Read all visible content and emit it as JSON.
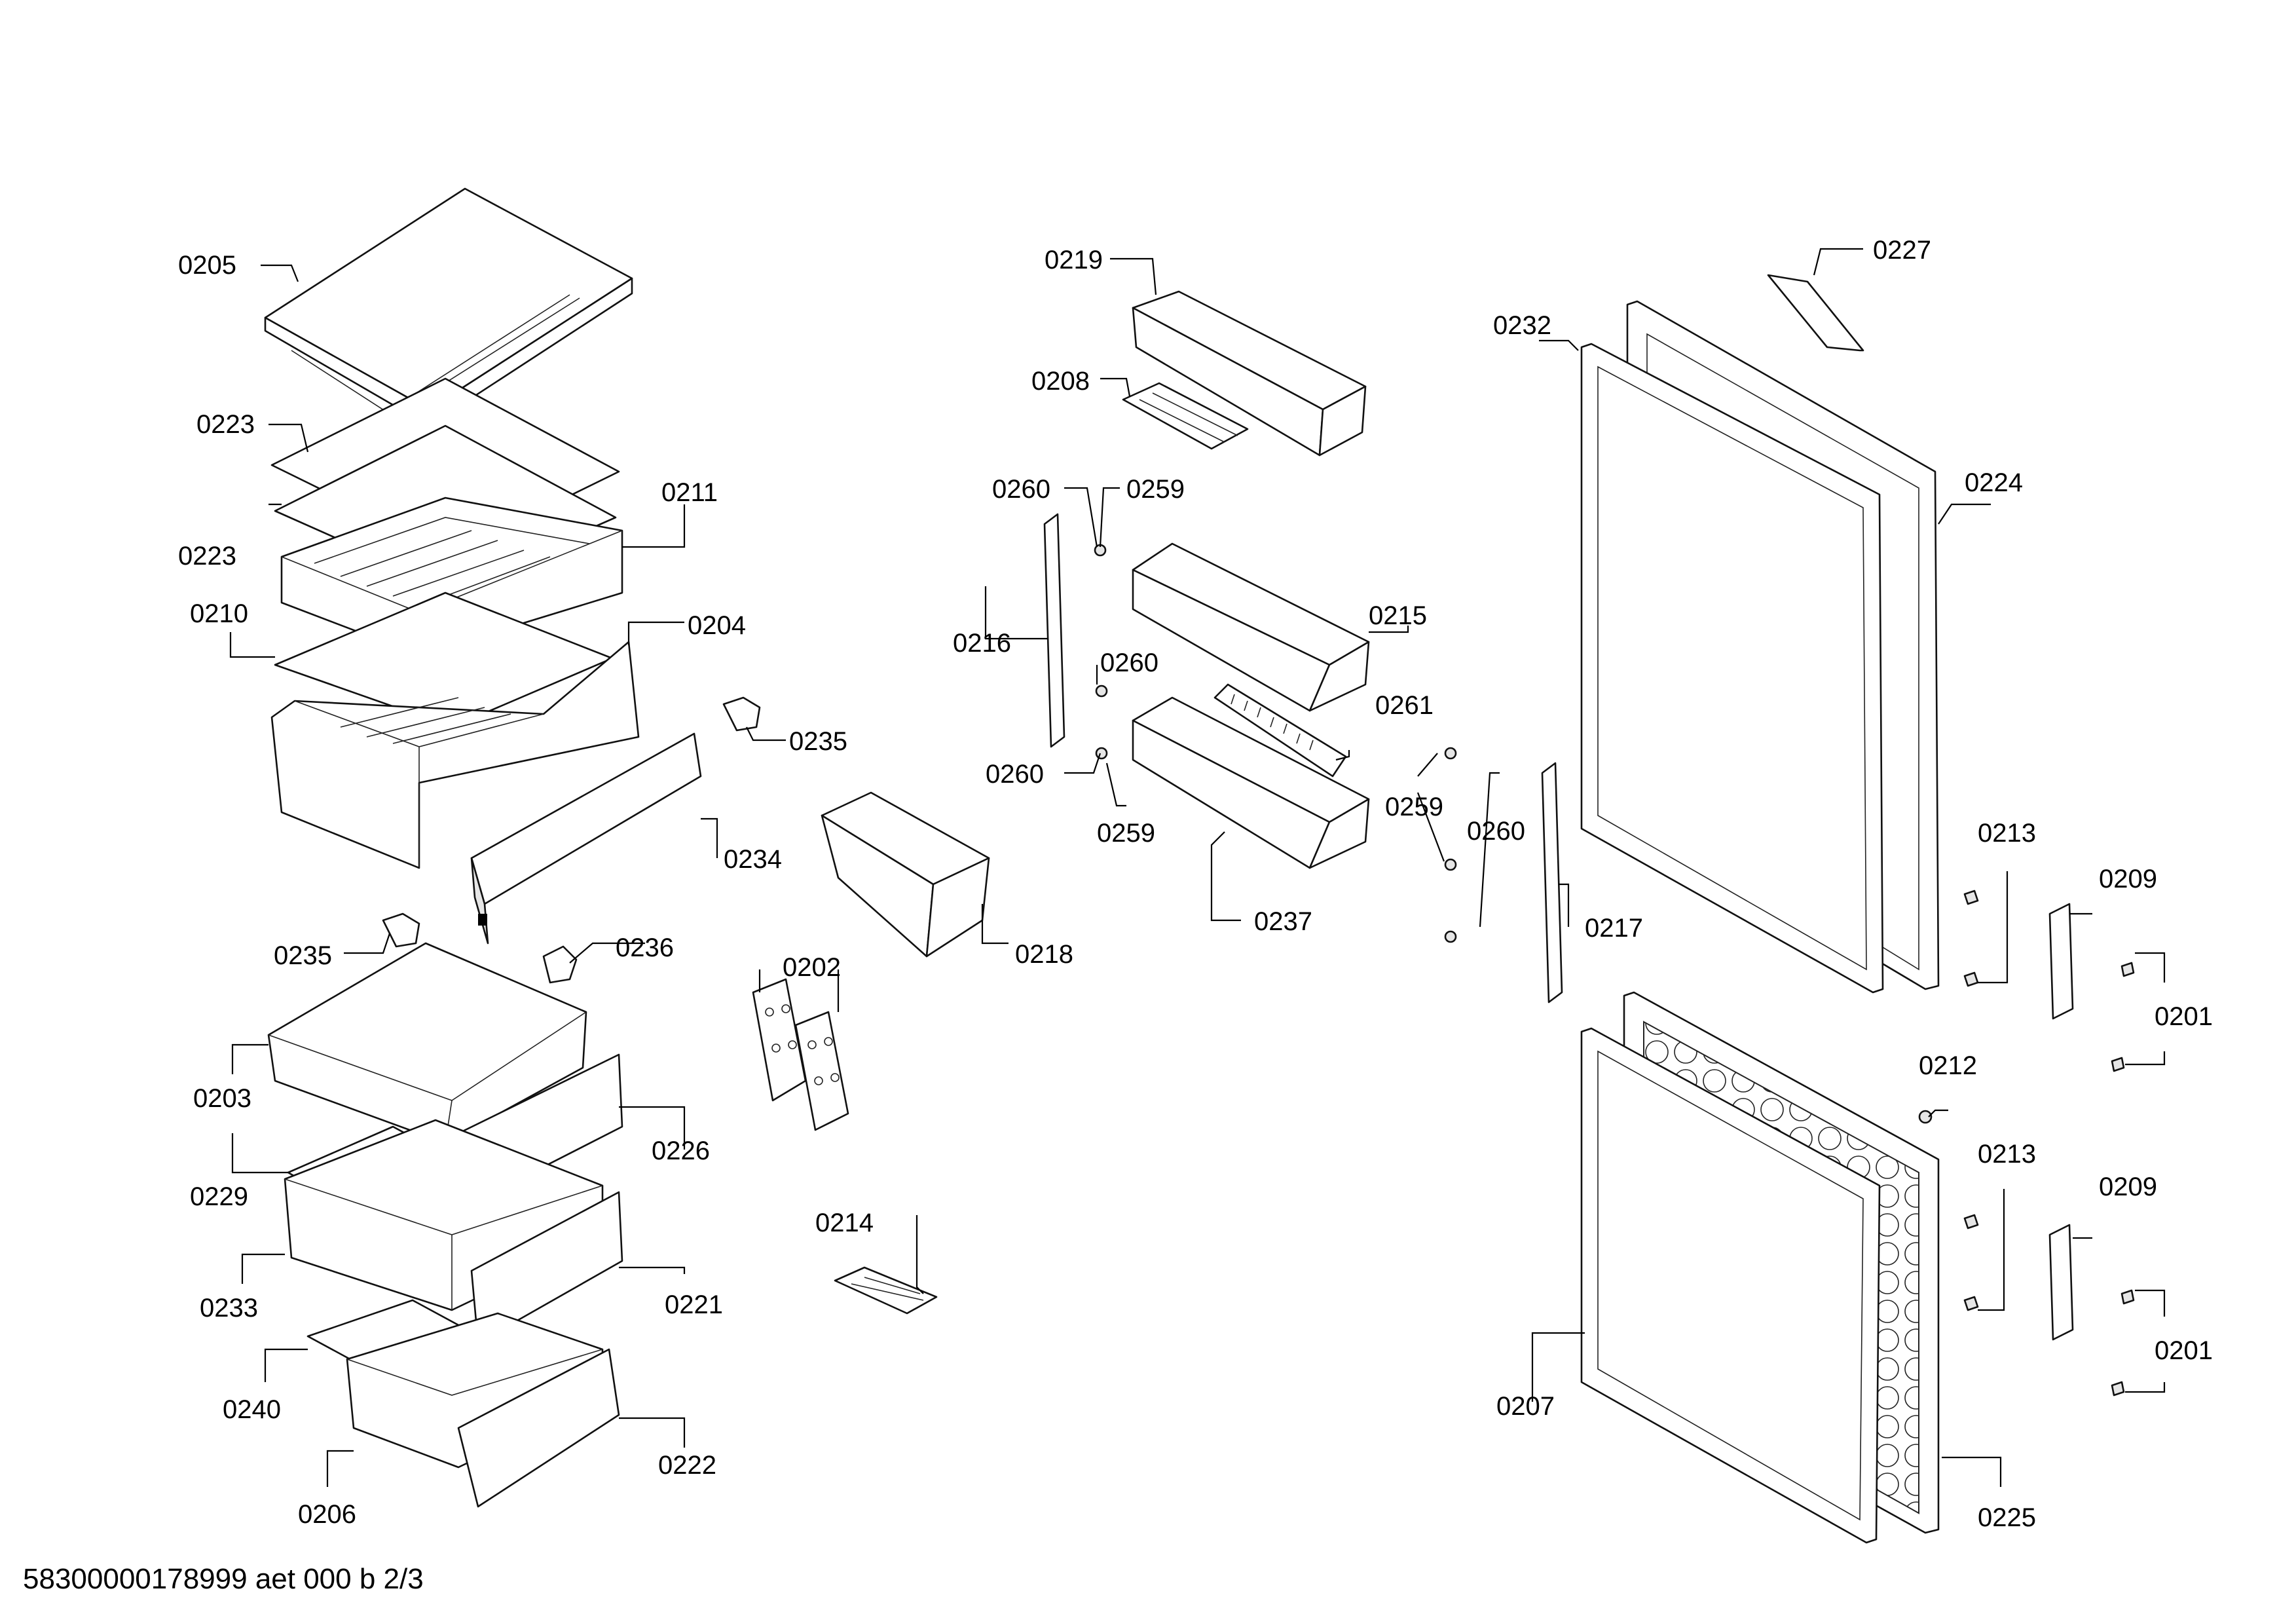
{
  "footer": {
    "text": "58300000178999 aet 000 b 2/3"
  },
  "labels": [
    {
      "id": "l0205",
      "text": "0205"
    },
    {
      "id": "l0223a",
      "text": "0223"
    },
    {
      "id": "l0223b",
      "text": "0223"
    },
    {
      "id": "l0211",
      "text": "0211"
    },
    {
      "id": "l0210",
      "text": "0210"
    },
    {
      "id": "l0204",
      "text": "0204"
    },
    {
      "id": "l0235a",
      "text": "0235"
    },
    {
      "id": "l0234",
      "text": "0234"
    },
    {
      "id": "l0218",
      "text": "0218"
    },
    {
      "id": "l0235b",
      "text": "0235"
    },
    {
      "id": "l0236",
      "text": "0236"
    },
    {
      "id": "l0202",
      "text": "0202"
    },
    {
      "id": "l0203",
      "text": "0203"
    },
    {
      "id": "l0226",
      "text": "0226"
    },
    {
      "id": "l0229",
      "text": "0229"
    },
    {
      "id": "l0233",
      "text": "0233"
    },
    {
      "id": "l0221",
      "text": "0221"
    },
    {
      "id": "l0214",
      "text": "0214"
    },
    {
      "id": "l0240",
      "text": "0240"
    },
    {
      "id": "l0222",
      "text": "0222"
    },
    {
      "id": "l0206",
      "text": "0206"
    },
    {
      "id": "l0219",
      "text": "0219"
    },
    {
      "id": "l0208",
      "text": "0208"
    },
    {
      "id": "l0260a",
      "text": "0260"
    },
    {
      "id": "l0259a",
      "text": "0259"
    },
    {
      "id": "l0215",
      "text": "0215"
    },
    {
      "id": "l0216",
      "text": "0216"
    },
    {
      "id": "l0260b",
      "text": "0260"
    },
    {
      "id": "l0261",
      "text": "0261"
    },
    {
      "id": "l0260c",
      "text": "0260"
    },
    {
      "id": "l0259b",
      "text": "0259"
    },
    {
      "id": "l0237",
      "text": "0237"
    },
    {
      "id": "l0227",
      "text": "0227"
    },
    {
      "id": "l0232",
      "text": "0232"
    },
    {
      "id": "l0224",
      "text": "0224"
    },
    {
      "id": "l0259c",
      "text": "0259"
    },
    {
      "id": "l0260d",
      "text": "0260"
    },
    {
      "id": "l0217",
      "text": "0217"
    },
    {
      "id": "l0213a",
      "text": "0213"
    },
    {
      "id": "l0209a",
      "text": "0209"
    },
    {
      "id": "l0201a",
      "text": "0201"
    },
    {
      "id": "l0212",
      "text": "0212"
    },
    {
      "id": "l0213b",
      "text": "0213"
    },
    {
      "id": "l0209b",
      "text": "0209"
    },
    {
      "id": "l0201b",
      "text": "0201"
    },
    {
      "id": "l0207",
      "text": "0207"
    },
    {
      "id": "l0225",
      "text": "0225"
    }
  ]
}
